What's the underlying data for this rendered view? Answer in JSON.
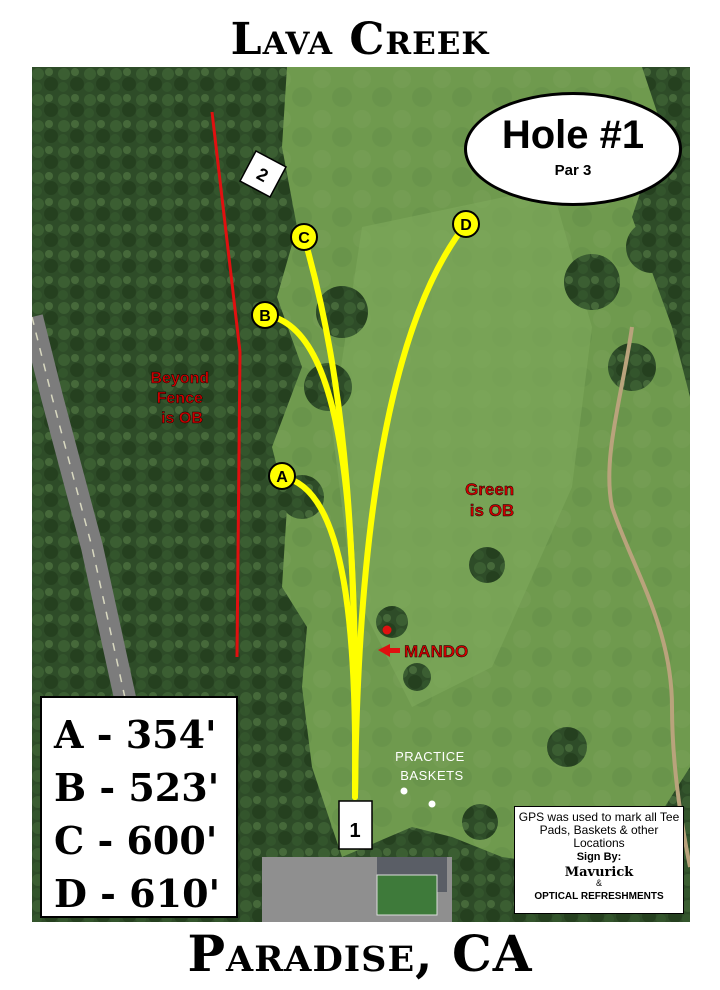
{
  "header": {
    "title": "Lava Creek"
  },
  "footer": {
    "title": "Paradise, CA"
  },
  "hole": {
    "title": "Hole #1",
    "par": "Par 3"
  },
  "tee_label": "1",
  "next_tee_label": "2",
  "baskets": {
    "a": "A",
    "b": "B",
    "c": "C",
    "d": "D"
  },
  "distances": [
    {
      "label": "A - 354'"
    },
    {
      "label": "B - 523'"
    },
    {
      "label": "C - 600'"
    },
    {
      "label": "D - 610'"
    }
  ],
  "annotations": {
    "fence_ob": [
      "Beyond",
      "Fence",
      "is OB"
    ],
    "green_ob": [
      "Green",
      "is OB"
    ],
    "mando": "MANDO",
    "practice": [
      "PRACTICE",
      "BASKETS"
    ]
  },
  "credit": {
    "gps_text": "GPS was used to mark all Tee Pads, Baskets & other Locations",
    "sign_by": "Sign By:",
    "author": "Mavurick",
    "amp": "&",
    "company": "OPTICAL REFRESHMENTS"
  },
  "colors": {
    "flight_path": "#ffff00",
    "ob_line": "#e01010",
    "ob_text": "#cc0000",
    "grass": "#6f9a4e",
    "trees": "#2c4a27"
  }
}
